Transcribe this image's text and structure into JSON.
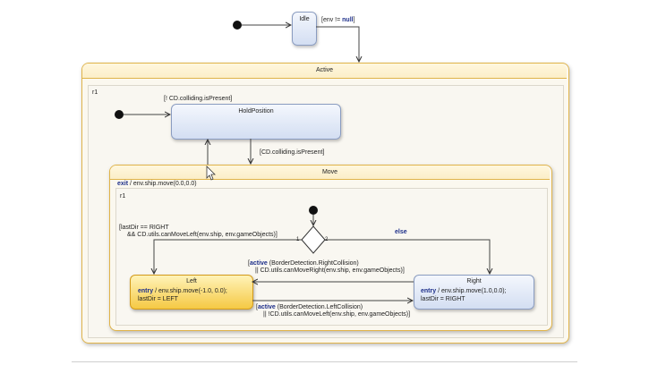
{
  "states": {
    "idle": "Idle",
    "active": "Active",
    "hold_position": "HoldPosition",
    "move": "Move",
    "left": "Left",
    "right": "Right"
  },
  "regions": {
    "active_region": "r1",
    "move_region": "r1"
  },
  "move_exit": {
    "keyword": "exit",
    "action": " / env.ship.move(0.0,0.0)"
  },
  "left_actions": {
    "keyword": "entry",
    "line1": " / env.ship.move(-1.0, 0.0);",
    "line2": "lastDir = LEFT"
  },
  "right_actions": {
    "keyword": "entry",
    "line1": " / env.ship.move(1.0,0.0);",
    "line2": "lastDir = RIGHT"
  },
  "transitions": {
    "idle_guard_pre": "[env != ",
    "idle_guard_kw": "null",
    "idle_guard_post": "]",
    "not_colliding": "[! CD.colliding.isPresent]",
    "colliding": "[CD.colliding.isPresent]",
    "left_guard_line1": "[lastDir == RIGHT",
    "left_guard_line2": "&& CD.utils.canMoveLeft(env.ship, env.gameObjects)]",
    "else": "else",
    "choice_out1": "1",
    "choice_out2": "2",
    "to_left_kw": "active",
    "to_left_line1": " (BorderDetection.RightCollision)",
    "to_left_line2": "|| CD.utils.canMoveRight(env.ship, env.gameObjects)]",
    "to_right_kw": "active",
    "to_right_line1": " (BorderDetection.LeftCollision)",
    "to_right_line2": "|| !CD.utils.canMoveLeft(env.ship, env.gameObjects)]"
  },
  "colors": {
    "composite_border": "#e0b44a",
    "active_state": "#f5c944",
    "state_fill": "#d3def2",
    "keyword": "#1d2f8a"
  }
}
